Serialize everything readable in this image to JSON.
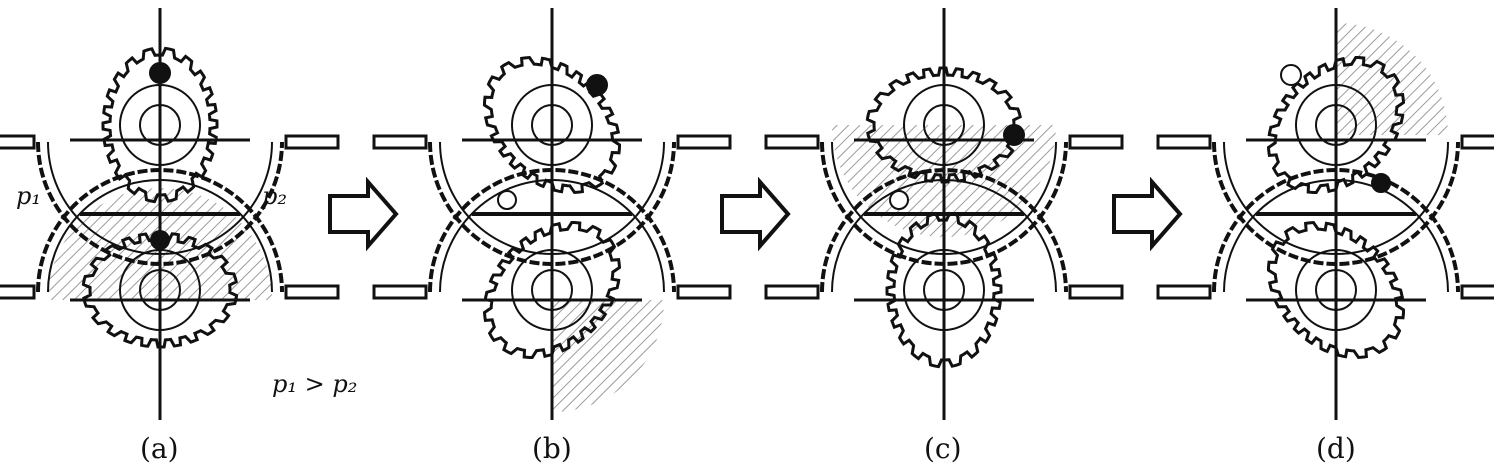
{
  "figure": {
    "panels": [
      {
        "id": "a",
        "label": "(a)",
        "hatched_region": "lower",
        "marker_upper": "filled-top",
        "marker_lower": "filled-top"
      },
      {
        "id": "b",
        "label": "(b)",
        "hatched_region": "lower-right",
        "marker_upper": "filled-upper-right",
        "marker_lower": "open-left"
      },
      {
        "id": "c",
        "label": "(c)",
        "hatched_region": "upper",
        "marker_upper": "filled-right",
        "marker_lower": "open-left"
      },
      {
        "id": "d",
        "label": "(d)",
        "hatched_region": "upper-right",
        "marker_upper": "open-upper-left",
        "marker_lower": "filled-lower-right"
      }
    ],
    "pressure_labels": {
      "left": "p₁",
      "right": "p₂",
      "relation": "p₁ > p₂"
    },
    "arrow_count": 3,
    "colors": {
      "ink": "#111111",
      "hatch": "#8a8a8a",
      "background": "#ffffff"
    }
  }
}
